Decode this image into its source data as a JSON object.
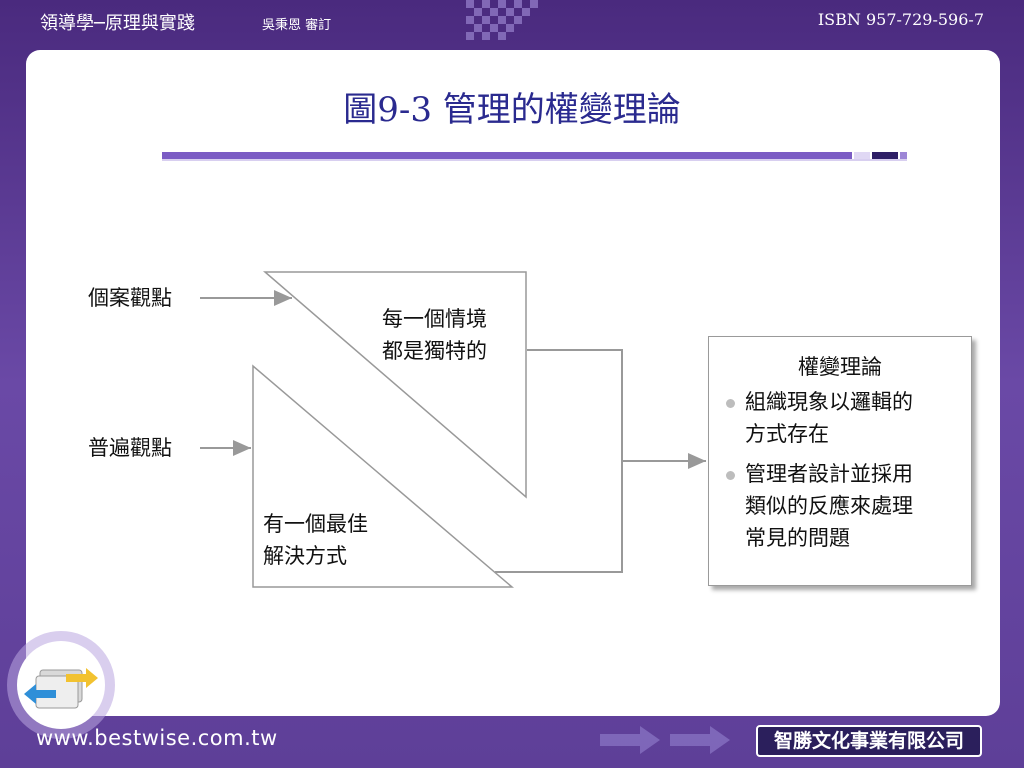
{
  "header": {
    "book_title": "領導學─原理與實踐",
    "reviser": "吳秉恩 審訂",
    "isbn": "ISBN 957-729-596-7"
  },
  "slide": {
    "title": "圖9-3 管理的權變理論"
  },
  "diagram": {
    "left_input_top": "個案觀點",
    "left_input_bottom": "普遍觀點",
    "upper_triangle_text": [
      "每一個情境",
      "都是獨特的"
    ],
    "lower_triangle_text": [
      "有一個最佳",
      "解決方式"
    ],
    "result": {
      "heading": "權變理論",
      "bullets": [
        [
          "組織現象以邏輯的",
          "方式存在"
        ],
        [
          "管理者設計並採用",
          "類似的反應來處理",
          "常見的問題"
        ]
      ]
    }
  },
  "footer": {
    "website": "www.bestwise.com.tw",
    "publisher": "智勝文化事業有限公司"
  },
  "icons": {
    "back": "back-arrow-icon",
    "forward": "forward-arrow-icon"
  },
  "colors": {
    "frame": "#5f3f97",
    "title": "#2a2a8f",
    "accent_bar": "#7b5cc4",
    "lines": "#999999"
  }
}
